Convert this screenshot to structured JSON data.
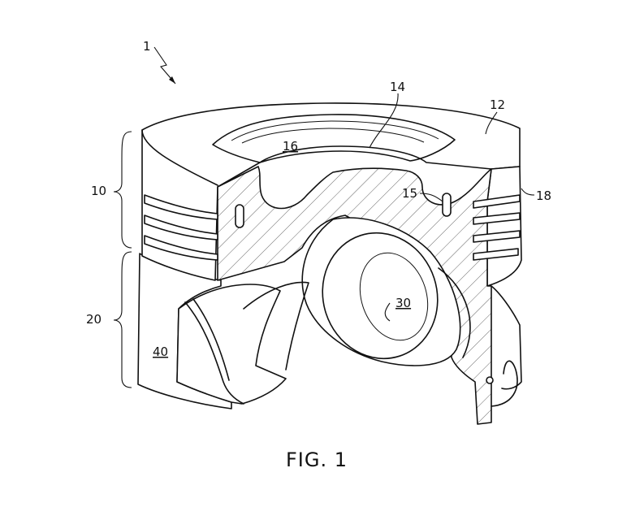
{
  "figure": {
    "caption": "FIG. 1",
    "labels": {
      "assembly": "1",
      "crown_region": "10",
      "crown_top": "12",
      "bowl": "14",
      "cooling_gallery": "15",
      "bowl_floor": "16",
      "ring_belt": "18",
      "skirt_region": "20",
      "pin_boss": "30",
      "skirt_panel": "40"
    }
  }
}
